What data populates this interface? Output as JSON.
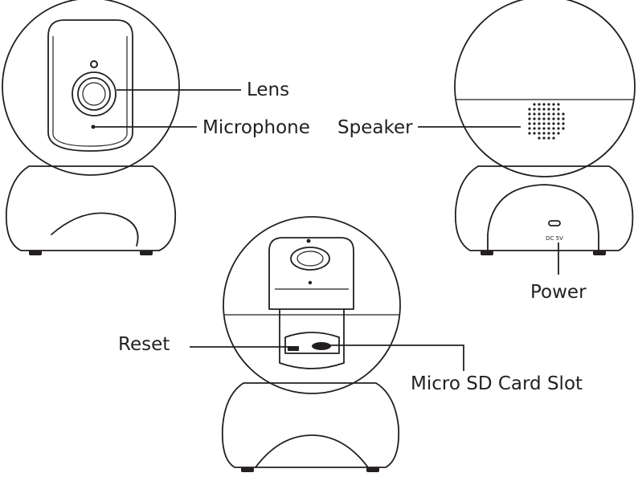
{
  "labels": {
    "lens": "Lens",
    "microphone": "Microphone",
    "speaker": "Speaker",
    "power": "Power",
    "reset": "Reset",
    "micro_sd": "Micro SD Card Slot",
    "dc_port": "DC 5V"
  },
  "colors": {
    "line": "#231f20",
    "background": "#ffffff"
  }
}
